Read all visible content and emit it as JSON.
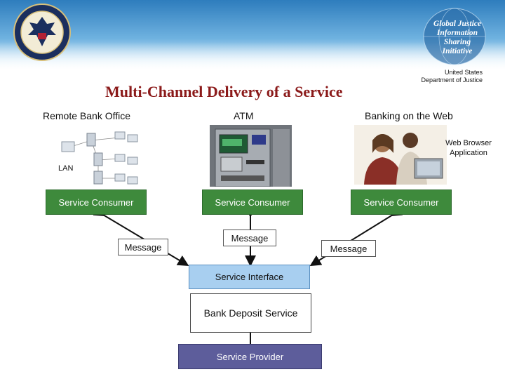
{
  "header": {
    "logo_right_text": [
      "Global Justice",
      "Information",
      "Sharing Initiative"
    ],
    "department_text": [
      "United States",
      "Department of Justice"
    ]
  },
  "title": "Multi-Channel Delivery of a Service",
  "channels": [
    {
      "heading": "Remote Bank Office",
      "network_label": "LAN",
      "consumer_label": "Service Consumer",
      "message_label": "Message"
    },
    {
      "heading": "ATM",
      "consumer_label": "Service Consumer",
      "message_label": "Message"
    },
    {
      "heading": "Banking on the Web",
      "image_caption": [
        "Web Browser",
        "Application"
      ],
      "consumer_label": "Service Consumer",
      "message_label": "Message"
    }
  ],
  "service": {
    "interface_label": "Service Interface",
    "deposit_label": "Bank Deposit Service",
    "provider_label": "Service Provider"
  },
  "colors": {
    "title": "#8b1a1a",
    "consumer_box": "#3e8a3c",
    "interface_box": "#a8cff0",
    "provider_box": "#5d5d9b"
  }
}
